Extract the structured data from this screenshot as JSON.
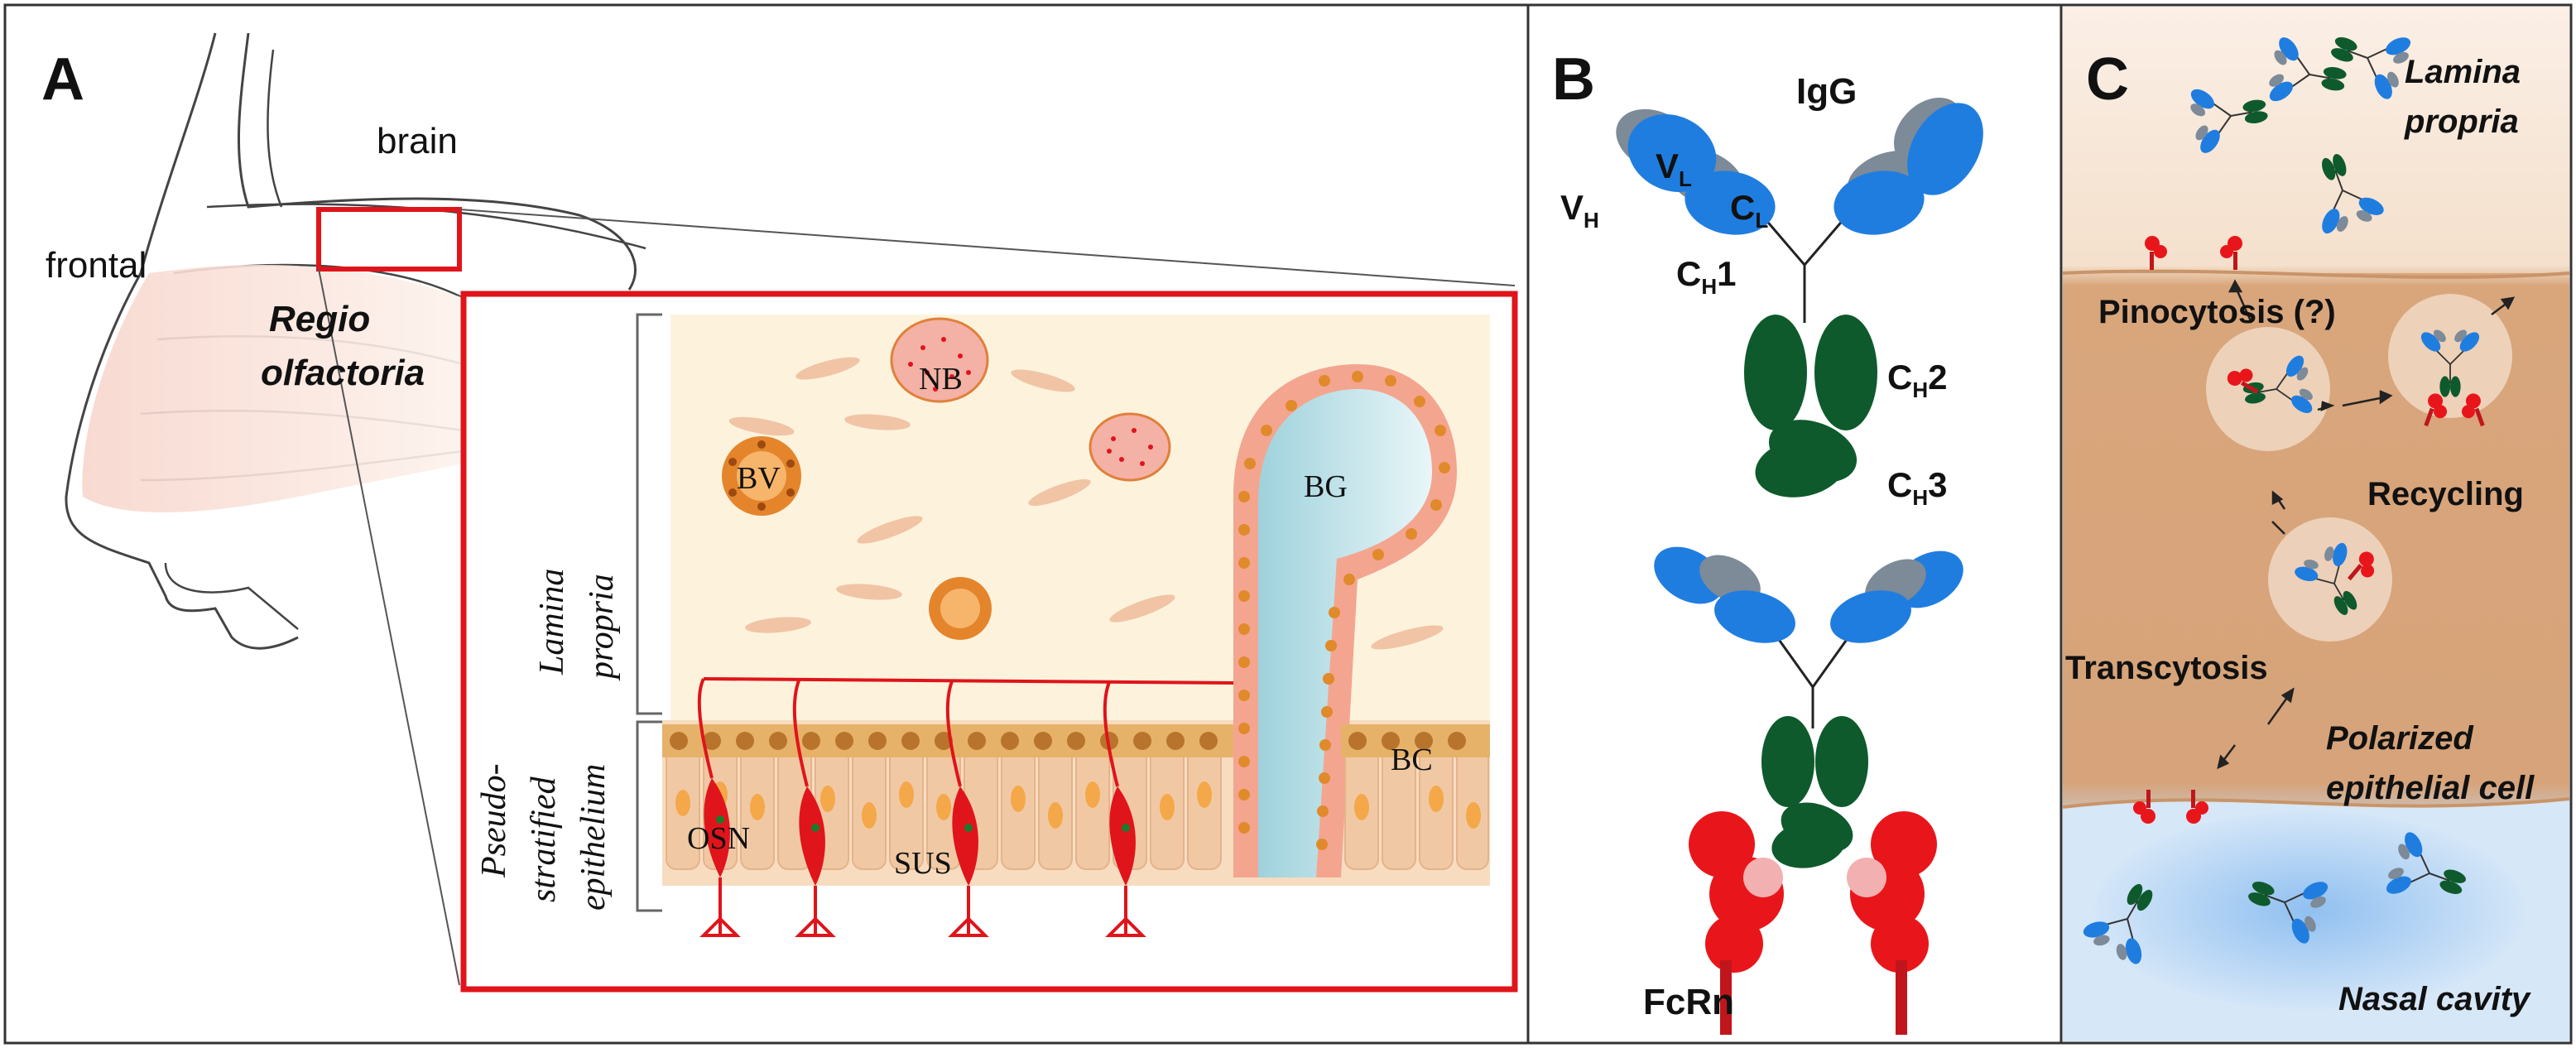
{
  "panels": {
    "a": {
      "letter": "A",
      "brain": "brain",
      "frontal": "frontal",
      "regio": "Regio",
      "olfactoria": "olfactoria",
      "lamina": "Lamina",
      "propria": "propria",
      "pseudo": "Pseudo-",
      "stratified": "stratified",
      "epithelium": "epithelium",
      "nb": "NB",
      "bv": "BV",
      "bg": "BG",
      "bc": "BC",
      "osn": "OSN",
      "sus": "SUS"
    },
    "b": {
      "letter": "B",
      "igg": "IgG",
      "vh": "V",
      "vh_sub": "H",
      "vl": "V",
      "vl_sub": "L",
      "cl": "C",
      "cl_sub": "L",
      "ch1": "C",
      "ch1_sub": "H",
      "ch1_num": "1",
      "ch2": "C",
      "ch2_sub": "H",
      "ch2_num": "2",
      "ch3": "C",
      "ch3_sub": "H",
      "ch3_num": "3",
      "fcrn": "FcRn"
    },
    "c": {
      "letter": "C",
      "lamina": "Lamina",
      "propria": "propria",
      "pinocytosis": "Pinocytosis (?)",
      "recycling": "Recycling",
      "transcytosis": "Transcytosis",
      "polarized": "Polarized",
      "epithelial": "epithelial cell",
      "nasal": "Nasal cavity"
    }
  },
  "colors": {
    "red_frame": "#e0141b",
    "antibody_blue": "#1f7de0",
    "antibody_gray": "#7d8a98",
    "antibody_green": "#0e5a2c",
    "fcrn_red": "#e8161b",
    "tissue_tan": "#d9a476",
    "lamina_cream": "#fcf1e0",
    "nasal_blue": "#cfe4f7"
  }
}
